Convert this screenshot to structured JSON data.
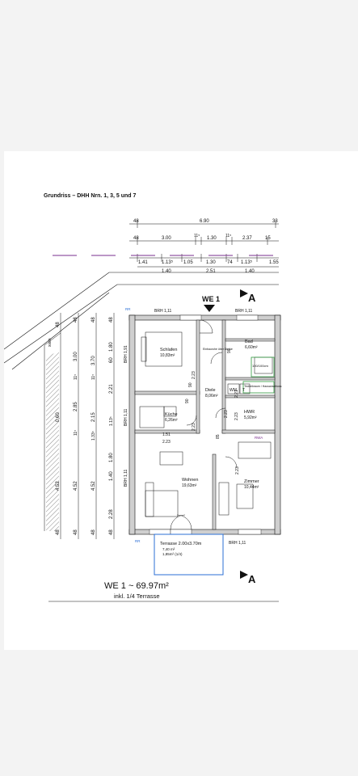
{
  "document": {
    "title": "Grundriss – DHH Nrn. 1, 3, 5 und 7"
  },
  "dims_top": {
    "row1": [
      "48",
      "6.90",
      "33"
    ],
    "row2": [
      "48",
      "3.00",
      "11⁵",
      "1.30",
      "11⁵",
      "2.37",
      "15"
    ],
    "row3": [
      "1.41",
      "1.13⁵",
      "1.05",
      "1.30",
      "74",
      "1.13⁵",
      "1.55"
    ],
    "row4": [
      "1.40",
      "2.51",
      "1.40"
    ]
  },
  "dims_left": {
    "col1": [
      "48",
      "0,60",
      "4.52",
      "48"
    ],
    "col2": [
      "48",
      "3.00",
      "11⁵",
      "2.85",
      "11⁵",
      "4.52",
      "48"
    ],
    "col3": [
      "48",
      "3.70",
      "11⁵",
      "2.15",
      "1.33⁵",
      "4.52",
      "48"
    ],
    "col4": [
      "48",
      "1.80",
      "60",
      "2.21",
      "1.13⁵",
      "1.80",
      "1.40",
      "2.28",
      "48"
    ],
    "sidebar_text": "xxen"
  },
  "labels": {
    "unit": "WE 1",
    "section_mark": "A",
    "brh_left": "BRH 1,11",
    "brh_right": "BRH 1,11",
    "brh_bottom": "BRH 1,11",
    "brh_side": "BRH 1,91",
    "brh_side2": "BRH 1,11",
    "brh_side3": "BRH 1,11",
    "rr_top": "RR",
    "rr_bottom": "RR",
    "rwa": "RWA"
  },
  "rooms": [
    {
      "name": "Schlafen",
      "area": "10,83m²"
    },
    {
      "name": "Bad",
      "area": "6,60m²"
    },
    {
      "name": "Diele",
      "area": "8,06m²"
    },
    {
      "name": "Küche",
      "area": "6,26m²"
    },
    {
      "name": "HWR",
      "area": "5,92m²"
    },
    {
      "name": "Wohnen",
      "area": "19,63m²"
    },
    {
      "name": "Zimmer",
      "area": "10,44m²"
    }
  ],
  "fixtures": {
    "wm": "WM",
    "t": "T",
    "shower": "100/100cm",
    "notice": "Einbaurohe über Decke",
    "utility": "Technikraum / Hausanschluss"
  },
  "inner_dims": {
    "d1": "2.23",
    "d2": "90",
    "d3": "2.23",
    "d4": "1.51",
    "d5": "2.23",
    "d6": "90",
    "d7": "2.23",
    "d8": "85",
    "d9": "2.23",
    "d10": "90",
    "d11": "2.21",
    "d12": "2.23"
  },
  "terrace": {
    "label": "Terrasse 2.00x3.70m",
    "line1": "7,40 m²",
    "line2": "1,85m² (1/4)"
  },
  "summary": {
    "total": "WE 1 ~ 69.97m²",
    "note": "inkl. 1/4 Terrasse"
  },
  "colors": {
    "purple_marks": "#7a2f8f",
    "green_fixture": "#2f9a3e",
    "blue_terrace": "#2b6fd6",
    "wall_fill": "#cfcfcf"
  }
}
